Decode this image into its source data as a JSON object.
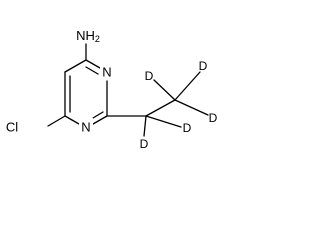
{
  "structure": {
    "atoms": {
      "amine": "NH2",
      "ring_n_top": "N",
      "ring_n_bottom": "N",
      "chlorine": "Cl",
      "d_ch2_left": "D",
      "d_ch2_right": "D",
      "d_ch3_top_left": "D",
      "d_ch3_top_right": "D",
      "d_ch3_right": "D"
    }
  }
}
